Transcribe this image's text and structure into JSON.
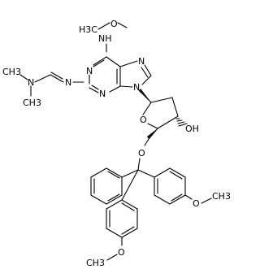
{
  "structure": {
    "labels": {
      "methoxy_h3c": "H3C",
      "methoxy_o": "O",
      "amino_nh": "NH",
      "n7": "N",
      "n1": "N",
      "n3": "N",
      "n9": "N",
      "amidine_n": "N",
      "dimethylamino_n": "N",
      "dimethyl_ch3_a": "CH3",
      "dimethyl_ch3_b": "CH3",
      "ring_o": "O",
      "hydroxyl": "OH",
      "ether_o": "O",
      "aryl_o_right": "O",
      "aryl_ch3_right": "CH3",
      "aryl_o_bottom": "O",
      "aryl_ch3_bottom": "CH3"
    }
  }
}
